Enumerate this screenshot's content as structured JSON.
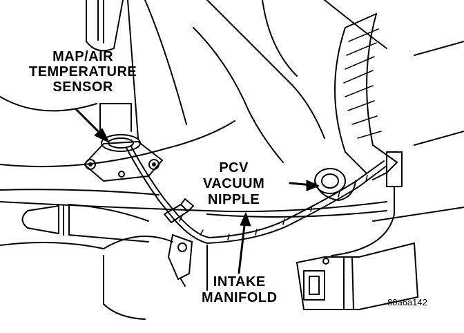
{
  "callouts": {
    "map_sensor": [
      "MAP/AIR",
      "TEMPERATURE",
      "SENSOR"
    ],
    "pcv_nipple": [
      "PCV",
      "VACUUM",
      "NIPPLE"
    ],
    "intake_manifold": [
      "INTAKE",
      "MANIFOLD"
    ]
  },
  "figure_code": "80a6a142",
  "colors": {
    "ink": "#000000",
    "paper": "#ffffff"
  }
}
